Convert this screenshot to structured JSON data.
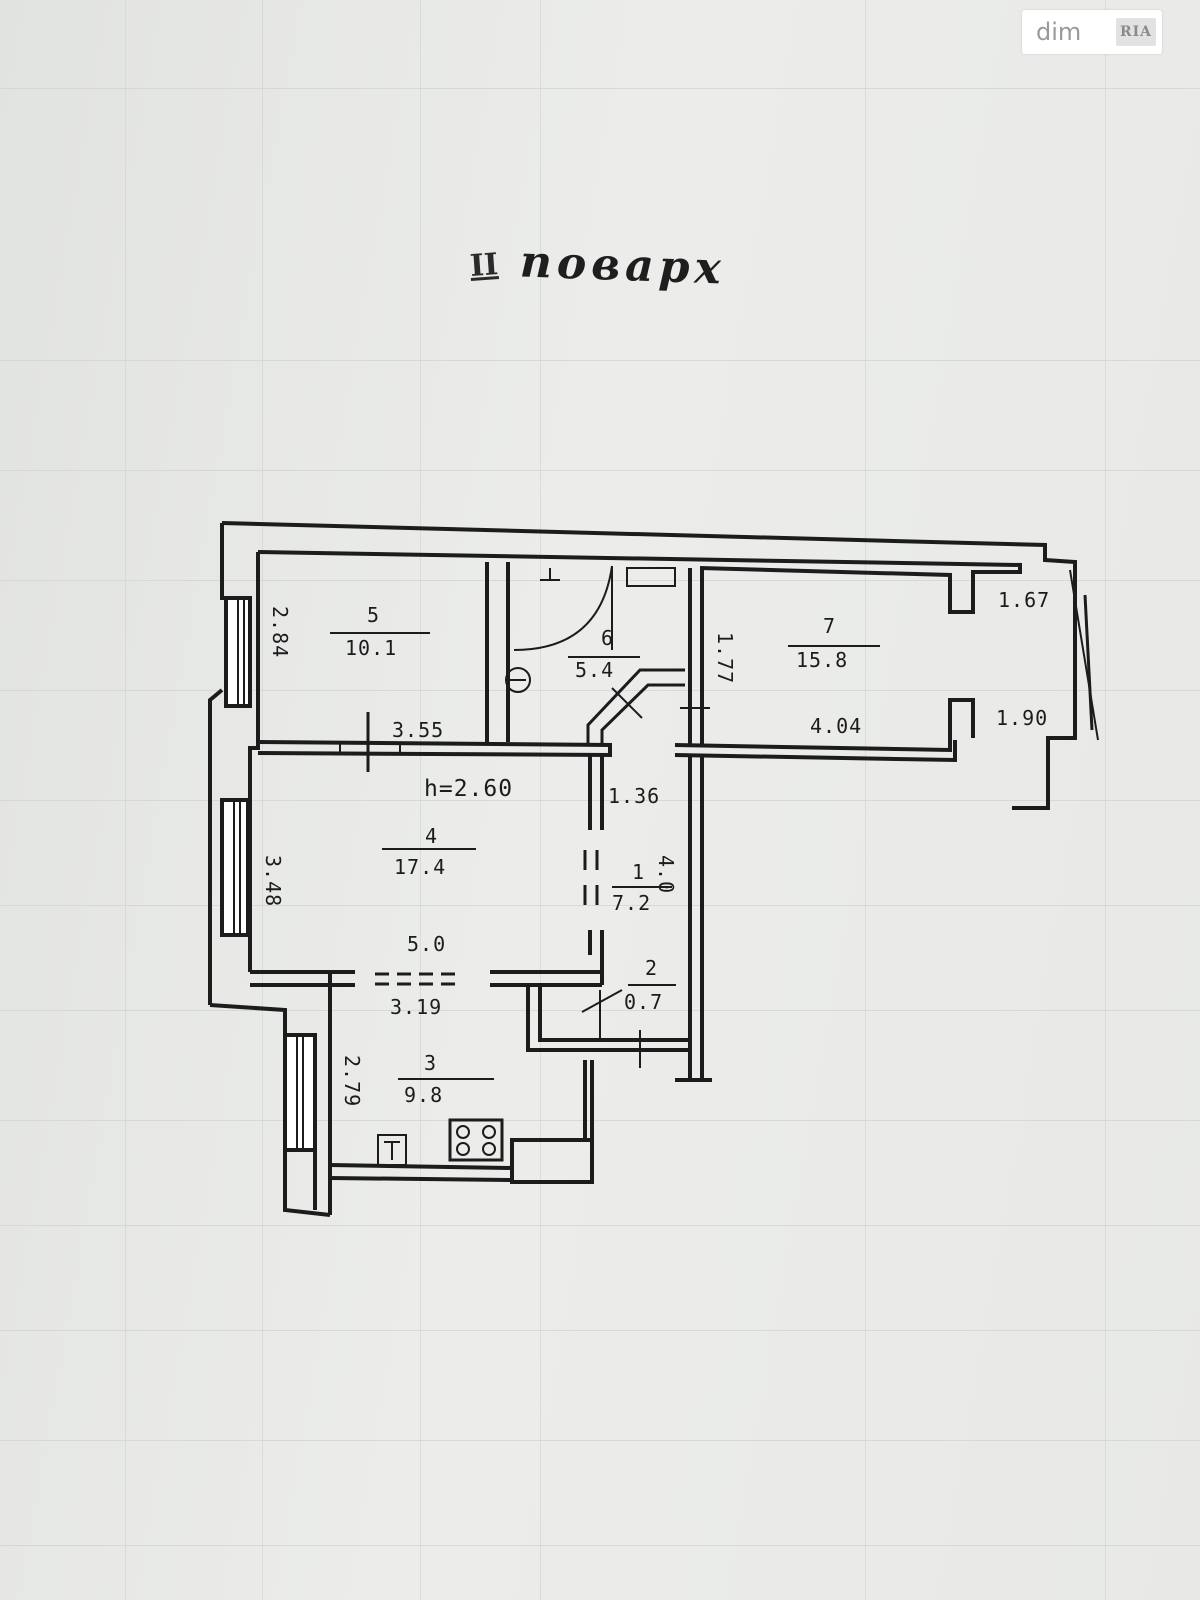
{
  "watermark": {
    "text": "dim",
    "logo": "RIA"
  },
  "heading": {
    "floor_mark": "II",
    "floor_word": "поварх"
  },
  "plan": {
    "ceiling_height": "h=2.60",
    "rooms": [
      {
        "id": "1",
        "area": "7.2"
      },
      {
        "id": "2",
        "area": "0.7"
      },
      {
        "id": "3",
        "area": "9.8"
      },
      {
        "id": "4",
        "area": "17.4"
      },
      {
        "id": "5",
        "area": "10.1"
      },
      {
        "id": "6",
        "area": "5.4"
      },
      {
        "id": "7",
        "area": "15.8"
      }
    ],
    "dimensions": {
      "d_2_84": "2.84",
      "d_3_55": "3.55",
      "d_1_77": "1.77",
      "d_4_04": "4.04",
      "d_1_67": "1.67",
      "d_1_90": "1.90",
      "d_1_36": "1.36",
      "d_3_48": "3.48",
      "d_5_0": "5.0",
      "d_3_19": "3.19",
      "d_4_0": "4.0",
      "d_2_79": "2.79"
    }
  }
}
